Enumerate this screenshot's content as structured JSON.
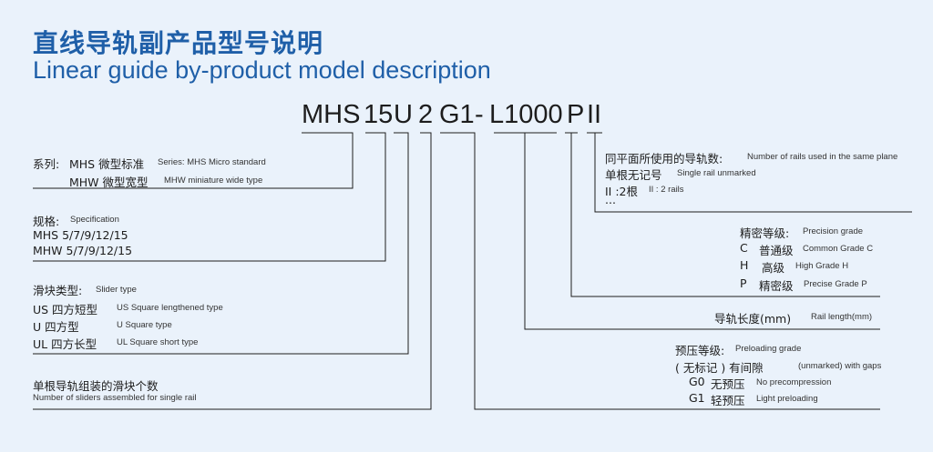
{
  "title": {
    "cn": "直线导轨副产品型号说明",
    "en": "Linear guide by-product model description"
  },
  "model_code": {
    "series": "MHS",
    "size": "15",
    "block": "U",
    "qty": "2",
    "preload": "G1",
    "dash": "-",
    "length": "L1000",
    "grade": "P",
    "rails": "II"
  },
  "series": {
    "label_cn": "系列:",
    "mhs_cn": "MHS 微型标准",
    "mhs_en": "Series: MHS Micro standard",
    "mhw_cn": "MHW 微型宽型",
    "mhw_en": "MHW miniature wide type"
  },
  "spec": {
    "label_cn": "规格:",
    "label_en": "Specification",
    "mhs": "MHS 5/7/9/12/15",
    "mhw": "MHW 5/7/9/12/15"
  },
  "slider": {
    "label_cn": "滑块类型:",
    "label_en": "Slider type",
    "us_cn": "US 四方短型",
    "us_en": "US Square lengthened type",
    "u_cn": "U  四方型",
    "u_en": "U Square type",
    "ul_cn": "UL 四方长型",
    "ul_en": "UL Square short type"
  },
  "qty": {
    "label_cn": "单根导轨组装的滑块个数",
    "label_en": "Number of sliders assembled for single rail"
  },
  "rails": {
    "label_cn": "同平面所使用的导轨数:",
    "label_en": "Number of rails used in the same plane",
    "single_cn": "单根无记号",
    "single_en": "Single rail unmarked",
    "two_cn": "II :2根",
    "two_en": "II : 2 rails",
    "more": "..."
  },
  "precision": {
    "label_cn": "精密等级:",
    "label_en": "Precision grade",
    "c_code": "C",
    "c_cn": "普通级",
    "c_en": "Common Grade C",
    "h_code": "H",
    "h_cn": "高级",
    "h_en": "High Grade H",
    "p_code": "P",
    "p_cn": "精密级",
    "p_en": "Precise Grade P"
  },
  "length": {
    "label_cn": "导轨长度(mm)",
    "label_en": "Rail length(mm)"
  },
  "preload": {
    "label_cn": "预压等级:",
    "label_en": "Preloading grade",
    "unmarked_cn": "( 无标记 )  有间隙",
    "unmarked_en": "(unmarked) with gaps",
    "g0_code": "G0",
    "g0_cn": "无预压",
    "g0_en": "No precompression",
    "g1_code": "G1",
    "g1_cn": "轻预压",
    "g1_en": "Light preloading"
  },
  "colors": {
    "title": "#1f5fa8",
    "line": "#1d1d1d",
    "background": "#eaf2fb"
  }
}
